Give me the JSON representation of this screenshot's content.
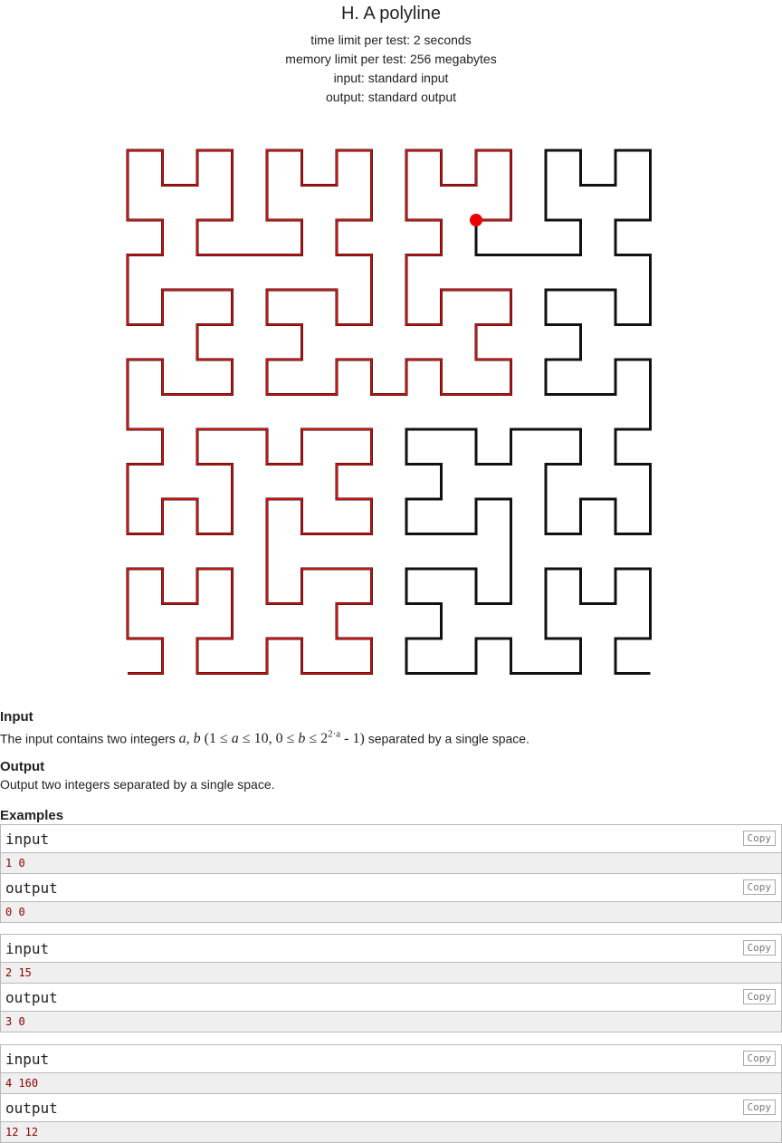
{
  "problem": {
    "title": "H. A polyline",
    "time_limit": "time limit per test: 2 seconds",
    "memory_limit": "memory limit per test: 256 megabytes",
    "input_file": "input: standard input",
    "output_file": "output: standard output"
  },
  "figure": {
    "highlight_color": "#cc1111",
    "curve_color": "#111111",
    "marker_color": "#ee0000"
  },
  "input_section": {
    "title": "Input",
    "prefix": "The input contains two integers ",
    "math_vars": "a, b",
    "math_open": " (1 ≤ ",
    "math_a": "a",
    "math_mid": " ≤ 10, 0 ≤ ",
    "math_b": "b",
    "math_mid2": " ≤ 2",
    "math_exp": "2·a",
    "math_end": " - 1)",
    "suffix": " separated by a single space."
  },
  "output_section": {
    "title": "Output",
    "text": "Output two integers separated by a single space."
  },
  "examples": {
    "title": "Examples",
    "input_label": "input",
    "output_label": "output",
    "copy_label": "Copy",
    "tests": [
      {
        "input": "1 0",
        "output": "0 0"
      },
      {
        "input": "2 15",
        "output": "3 0"
      },
      {
        "input": "4 160",
        "output": "12 12"
      }
    ]
  }
}
